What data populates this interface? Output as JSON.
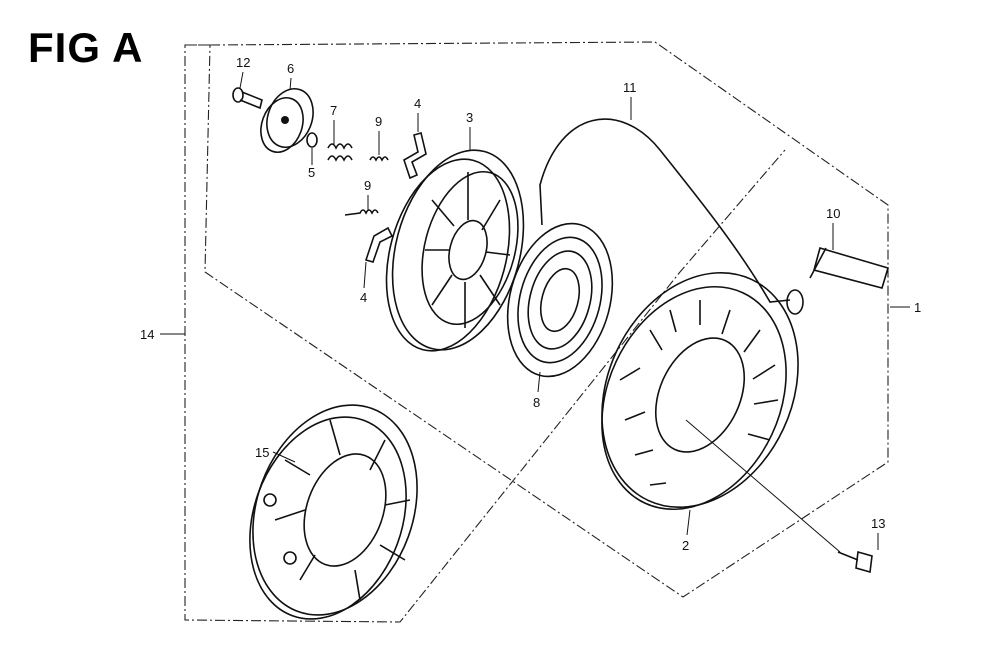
{
  "title": "FIG A",
  "callouts": {
    "c12": "12",
    "c6": "6",
    "c7": "7",
    "c5": "5",
    "c9a": "9",
    "c4a": "4",
    "c3": "3",
    "c9b": "9",
    "c4b": "4",
    "c11": "11",
    "c10": "10",
    "c1": "1",
    "c14": "14",
    "c8": "8",
    "c15": "15",
    "c2": "2",
    "c13": "13"
  }
}
